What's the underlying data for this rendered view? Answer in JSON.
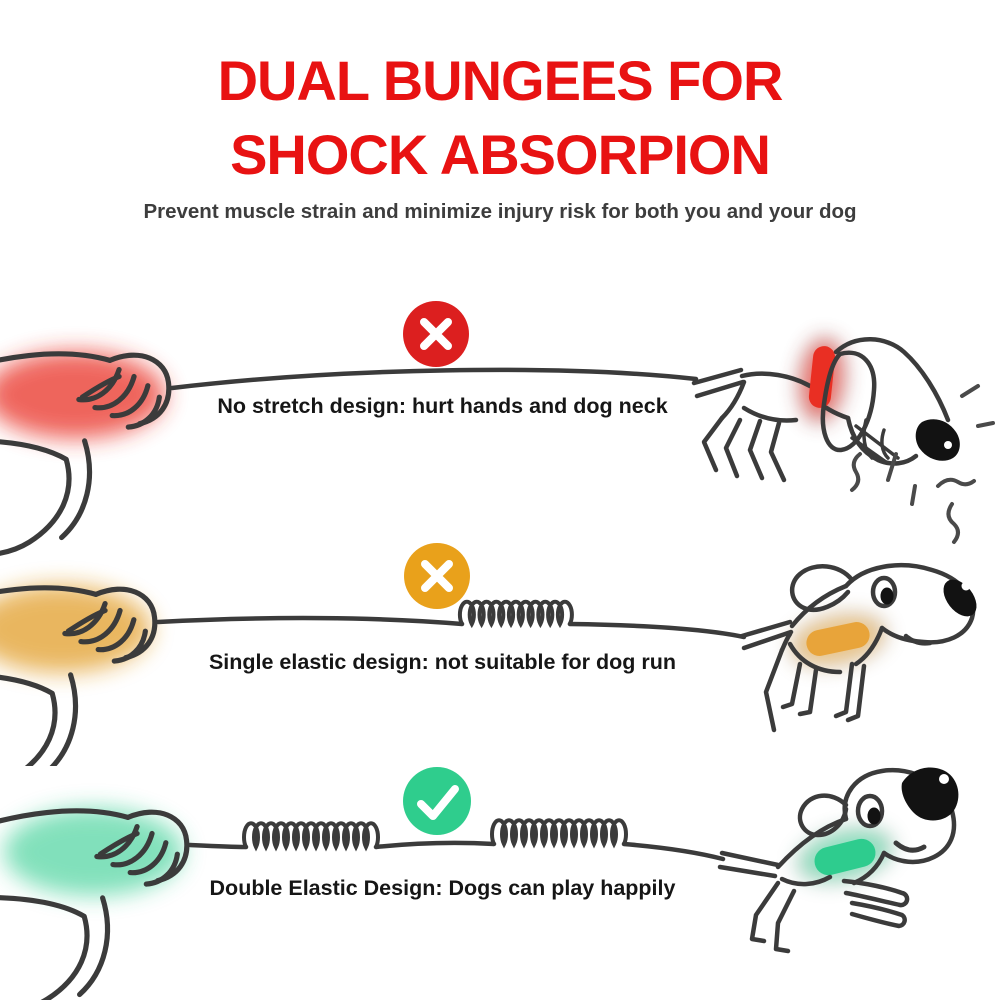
{
  "header": {
    "title_line1": "DUAL BUNGEES FOR",
    "title_line2": "SHOCK ABSORPION",
    "subtitle": "Prevent muscle strain and minimize injury risk for both you and your dog"
  },
  "rows": [
    {
      "caption": "No stretch design: hurt hands and dog neck",
      "verdict": "rejected",
      "badge_icon": "x-mark",
      "badge_color": "#dc1f1f",
      "highlight_color": "#e93026",
      "bungee_coils": 0,
      "scene": "hand gripping taut leash, dog choked and barking with red sore collar"
    },
    {
      "caption": "Single elastic design: not suitable for dog run",
      "verdict": "rejected",
      "badge_icon": "x-mark",
      "badge_color": "#e9a11b",
      "highlight_color": "#e0981c",
      "bungee_coils": 1,
      "scene": "hand gripping leash with one bungee coil, walking dog with orange collar"
    },
    {
      "caption": "Double Elastic Design: Dogs can play happily",
      "verdict": "approved",
      "badge_icon": "check-mark",
      "badge_color": "#2fcd8d",
      "highlight_color": "#2ecc8e",
      "bungee_coils": 2,
      "scene": "hand gripping leash with two bungee coils, happy leaping dog with green collar"
    }
  ],
  "colors": {
    "title_red": "#e81212",
    "subtitle_gray": "#3d3d3d",
    "caption_black": "#161616",
    "line_art": "#3b3b3b",
    "background": "#ffffff"
  }
}
